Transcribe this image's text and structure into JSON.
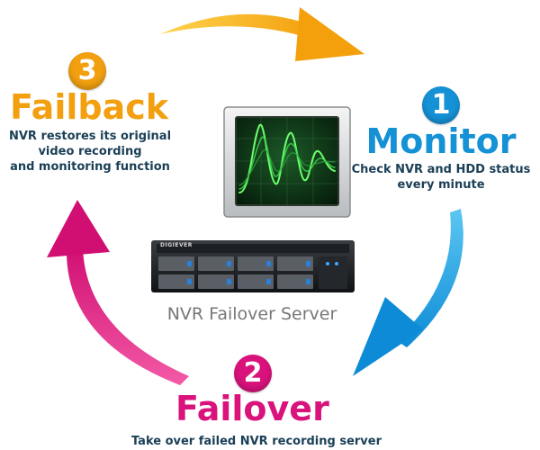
{
  "steps": {
    "monitor": {
      "number": "1",
      "title": "Monitor",
      "description_lines": [
        "Check NVR and HDD status",
        "every minute"
      ],
      "color": "#1591d6"
    },
    "failover": {
      "number": "2",
      "title": "Failover",
      "description_lines": [
        "Take over failed NVR recording server"
      ],
      "color": "#d9127c"
    },
    "failback": {
      "number": "3",
      "title": "Failback",
      "description_lines": [
        "NVR restores its original",
        "video recording",
        "and monitoring function"
      ],
      "color": "#f2a010"
    }
  },
  "server": {
    "label": "NVR Failover Server",
    "brand": "DIGIEVER"
  },
  "arrows": {
    "top": {
      "color": "#f5ad12",
      "icon": "curved-arrow-right-icon"
    },
    "right": {
      "color": "#1aa3e6",
      "icon": "curved-arrow-down-icon"
    },
    "left": {
      "color": "#e2157f",
      "icon": "curved-arrow-up-icon"
    }
  }
}
